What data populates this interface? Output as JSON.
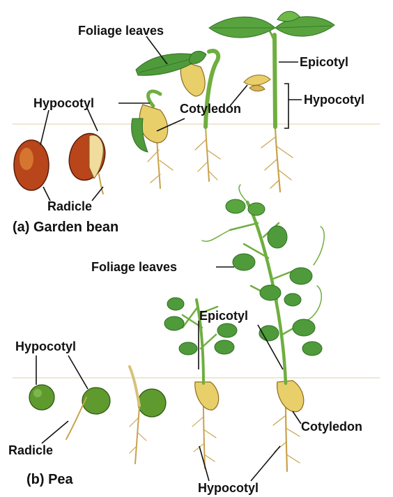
{
  "labels": {
    "a_foliage_leaves": "Foliage leaves",
    "a_epicotyl": "Epicotyl",
    "a_hypocotyl_left": "Hypocotyl",
    "a_cotyledon": "Cotyledon",
    "a_hypocotyl_right": "Hypocotyl",
    "a_radicle": "Radicle",
    "a_caption": "(a) Garden bean",
    "b_foliage_leaves": "Foliage leaves",
    "b_epicotyl": "Epicotyl",
    "b_hypocotyl_top": "Hypocotyl",
    "b_radicle": "Radicle",
    "b_cotyledon": "Cotyledon",
    "b_caption": "(b) Pea",
    "b_hypocotyl_bottom": "Hypocotyl"
  },
  "colors": {
    "leaf_green": "#4f9a3a",
    "leaf_dark": "#2f6e24",
    "stem_green": "#6fae3f",
    "bean_red": "#b8461a",
    "cotyledon_yellow": "#e9cf6a",
    "root_tan": "#c9a24a",
    "pea_green": "#5f9a2e",
    "soil_line": "#e8d7b8"
  }
}
